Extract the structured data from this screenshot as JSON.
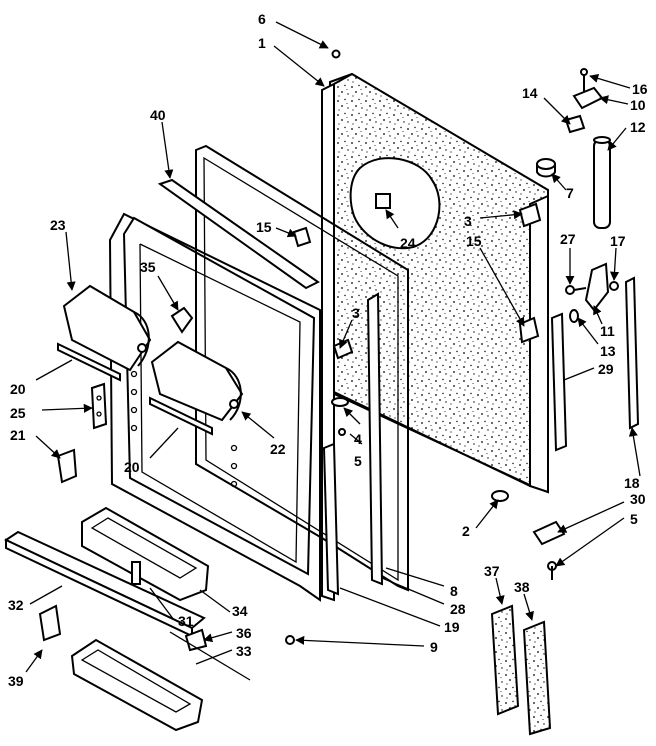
{
  "diagram": {
    "callouts": [
      {
        "id": "c1",
        "label": "1"
      },
      {
        "id": "c2",
        "label": "2"
      },
      {
        "id": "c3a",
        "label": "3"
      },
      {
        "id": "c3b",
        "label": "3"
      },
      {
        "id": "c4",
        "label": "4"
      },
      {
        "id": "c5a",
        "label": "5"
      },
      {
        "id": "c5b",
        "label": "5"
      },
      {
        "id": "c6",
        "label": "6"
      },
      {
        "id": "c7",
        "label": "7"
      },
      {
        "id": "c8",
        "label": "8"
      },
      {
        "id": "c9",
        "label": "9"
      },
      {
        "id": "c10",
        "label": "10"
      },
      {
        "id": "c11",
        "label": "11"
      },
      {
        "id": "c12",
        "label": "12"
      },
      {
        "id": "c13",
        "label": "13"
      },
      {
        "id": "c14",
        "label": "14"
      },
      {
        "id": "c15a",
        "label": "15"
      },
      {
        "id": "c15b",
        "label": "15"
      },
      {
        "id": "c16",
        "label": "16"
      },
      {
        "id": "c17",
        "label": "17"
      },
      {
        "id": "c18",
        "label": "18"
      },
      {
        "id": "c19",
        "label": "19"
      },
      {
        "id": "c20a",
        "label": "20"
      },
      {
        "id": "c20b",
        "label": "20"
      },
      {
        "id": "c21",
        "label": "21"
      },
      {
        "id": "c22",
        "label": "22"
      },
      {
        "id": "c23",
        "label": "23"
      },
      {
        "id": "c24",
        "label": "24"
      },
      {
        "id": "c25",
        "label": "25"
      },
      {
        "id": "c27",
        "label": "27"
      },
      {
        "id": "c28",
        "label": "28"
      },
      {
        "id": "c29",
        "label": "29"
      },
      {
        "id": "c30",
        "label": "30"
      },
      {
        "id": "c31",
        "label": "31"
      },
      {
        "id": "c32",
        "label": "32"
      },
      {
        "id": "c33",
        "label": "33"
      },
      {
        "id": "c34",
        "label": "34"
      },
      {
        "id": "c35",
        "label": "35"
      },
      {
        "id": "c36",
        "label": "36"
      },
      {
        "id": "c37",
        "label": "37"
      },
      {
        "id": "c38",
        "label": "38"
      },
      {
        "id": "c39",
        "label": "39"
      },
      {
        "id": "c40",
        "label": "40"
      }
    ]
  }
}
